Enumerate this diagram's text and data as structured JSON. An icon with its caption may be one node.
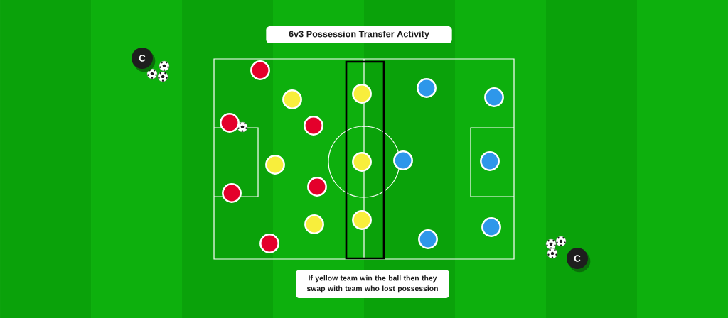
{
  "diagram": {
    "title": "6v3 Possession Transfer Activity",
    "caption": "If yellow team win the ball then they swap with team who lost possession",
    "nodes": [
      {
        "text": [
          "C"
        ]
      },
      {
        "text": [],
        "shape": "circle"
      },
      {
        "text": [],
        "shape": "circle"
      },
      {
        "text": [],
        "shape": "circle"
      },
      {
        "text": [],
        "shape": "circle"
      },
      {
        "text": [],
        "shape": "circle"
      },
      {
        "text": [],
        "shape": "circle"
      },
      {
        "text": [],
        "shape": "circle"
      },
      {
        "text": [],
        "shape": "circle"
      },
      {
        "text": [],
        "shape": "circle"
      },
      {
        "text": [],
        "shape": "circle"
      },
      {
        "text": [],
        "shape": "circle"
      },
      {
        "text": [],
        "shape": "circle"
      },
      {
        "text": [],
        "shape": "circle"
      },
      {
        "text": [],
        "shape": "circle"
      },
      {
        "text": [],
        "shape": "circle"
      },
      {
        "text": [],
        "shape": "circle"
      },
      {
        "text": [],
        "shape": "circle"
      },
      {
        "text": [],
        "shape": "circle"
      },
      {
        "text": [
          "C"
        ]
      }
    ]
  }
}
